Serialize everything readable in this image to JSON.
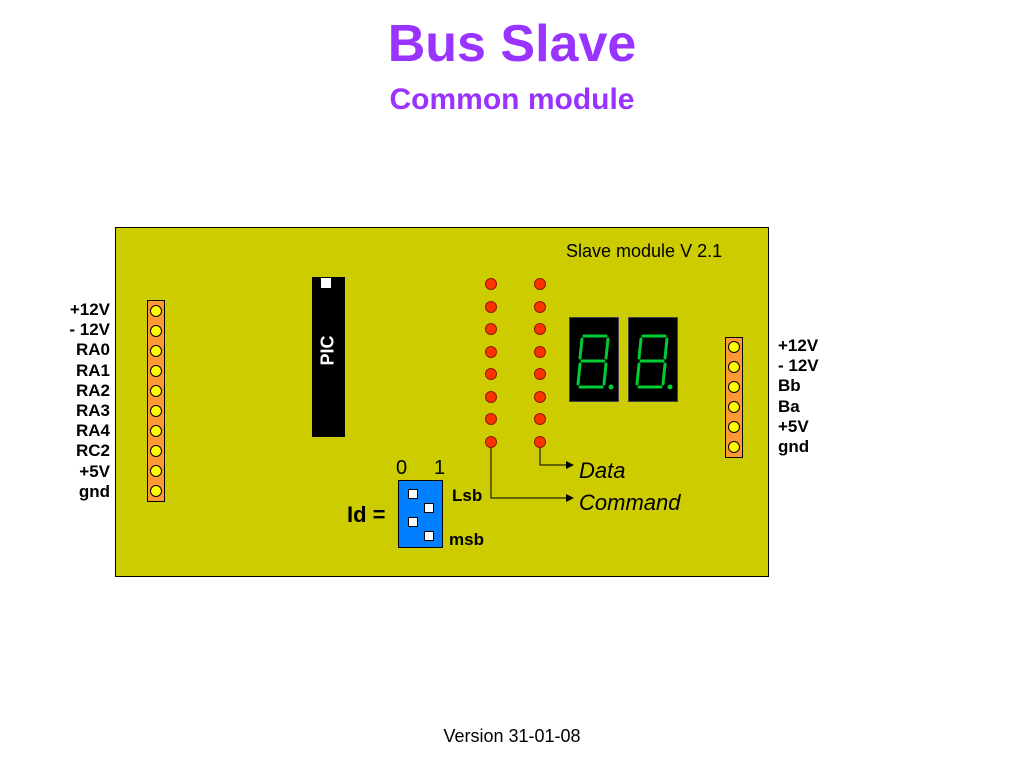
{
  "title": "Bus Slave",
  "subtitle": "Common module",
  "board": {
    "label": "Slave module V 2.1",
    "chip_label": "PIC"
  },
  "left_pins": [
    "+12V",
    "- 12V",
    "RA0",
    "RA1",
    "RA2",
    "RA3",
    "RA4",
    "RC2",
    "+5V",
    "gnd"
  ],
  "right_pins": [
    "+12V",
    "- 12V",
    "Bb",
    "Ba",
    "+5V",
    "gnd"
  ],
  "dip": {
    "col0": "0",
    "col1": "1",
    "lsb": "Lsb",
    "msb": "msb",
    "id_label": "Id ="
  },
  "annotations": {
    "data": "Data",
    "command": "Command"
  },
  "version": "Version 31-01-08",
  "colors": {
    "title": "#9933ff",
    "board": "#cccc00",
    "pin_fill": "#ffff00",
    "header_fill": "#ff9933",
    "led": "#ff3300",
    "segment": "#00cc33",
    "dip": "#0080ff",
    "chip": "#000000"
  }
}
